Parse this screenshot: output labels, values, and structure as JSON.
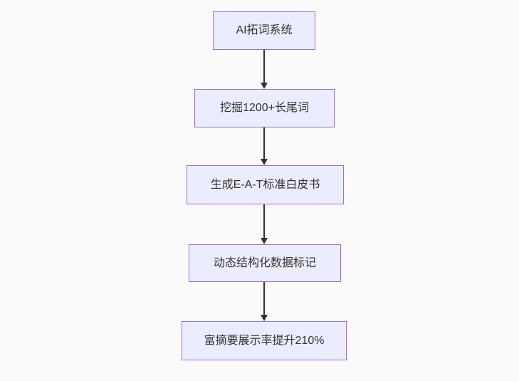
{
  "diagram": {
    "type": "flowchart",
    "direction": "top-down",
    "nodes": [
      {
        "label": "AI拓词系统"
      },
      {
        "label": "挖掘1200+长尾词"
      },
      {
        "label": "生成E-A-T标准白皮书"
      },
      {
        "label": "动态结构化数据标记"
      },
      {
        "label": "富摘要展示率提升210%"
      }
    ],
    "edges": [
      {
        "from": "AI拓词系统",
        "to": "挖掘1200+长尾词"
      },
      {
        "from": "挖掘1200+长尾词",
        "to": "生成E-A-T标准白皮书"
      },
      {
        "from": "生成E-A-T标准白皮书",
        "to": "动态结构化数据标记"
      },
      {
        "from": "动态结构化数据标记",
        "to": "富摘要展示率提升210%"
      }
    ],
    "colors": {
      "background": "#fafafa",
      "node_fill": "#ececff",
      "node_border": "#9370db",
      "node_text": "#333333",
      "arrow": "#333333"
    }
  }
}
